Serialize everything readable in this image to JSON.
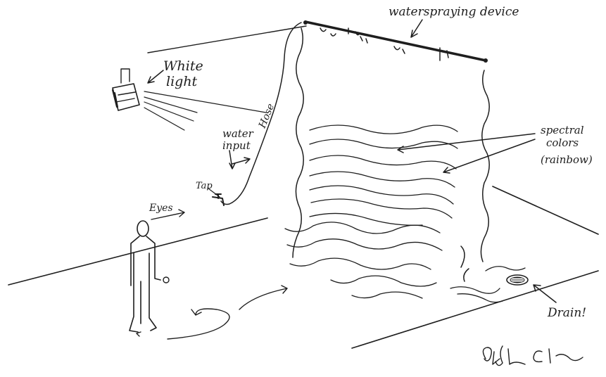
{
  "labels": {
    "watersprayer": "waterspraying device",
    "white_light_1": "White",
    "white_light_2": "light",
    "hose": "Hose",
    "water_input_1": "water",
    "water_input_2": "input",
    "tap": "Tap",
    "eyes": "Eyes",
    "spectral_1": "spectral",
    "spectral_2": "colors",
    "spectral_3": "(rainbow)",
    "drain": "Drain!"
  },
  "signature": "Olafur Eliasson",
  "colors": {
    "ink": "#1e1e1e",
    "paper": "#ffffff"
  }
}
